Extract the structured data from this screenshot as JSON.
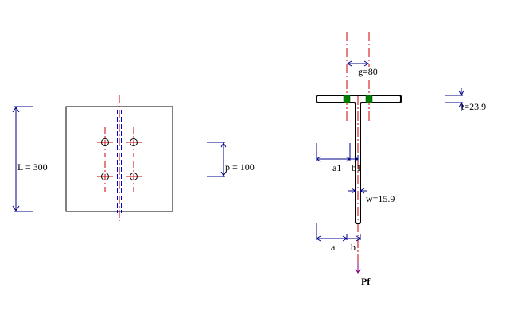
{
  "labels": {
    "length": "L = 300",
    "pitch": "p = 100",
    "gauge": "g=80",
    "flange_thickness": "t=23.9",
    "a1": "a1",
    "b1": "b1",
    "web": "w=15.9",
    "a": "a",
    "b": "b",
    "force": "Pf"
  },
  "colors": {
    "outline": "#000000",
    "dimension": "#00008b",
    "centerline": "#cc0000",
    "bolt_fill": "#008000",
    "force_arrow": "#800080",
    "hidden_line": "#0000cc"
  }
}
